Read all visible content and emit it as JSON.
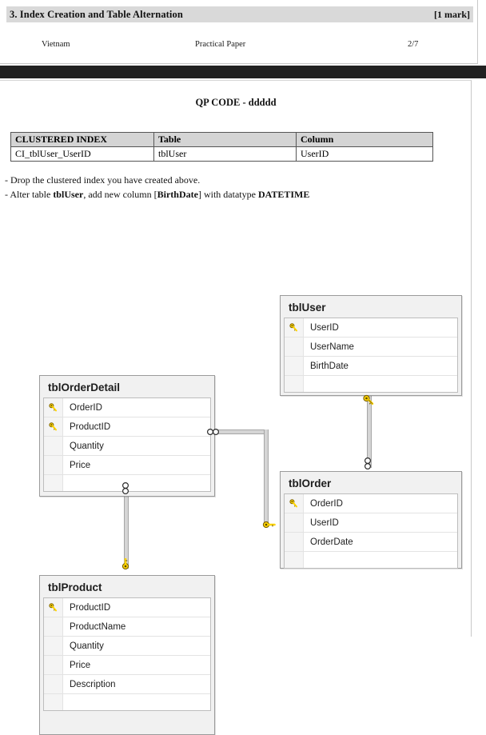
{
  "exam_header": {
    "section_title": "3. Index Creation and Table Alternation",
    "marks": "[1 mark]",
    "footer_left": "Vietnam",
    "footer_middle": "Practical Paper",
    "footer_right": "2/7"
  },
  "answer_page": {
    "qp_code": "QP CODE - ddddd",
    "index_table": {
      "headers": [
        "CLUSTERED INDEX",
        "Table",
        "Column"
      ],
      "rows": [
        [
          "CI_tblUser_UserID",
          "tblUser",
          "UserID"
        ]
      ]
    },
    "instructions": [
      "- Drop the clustered index you have created above.",
      "- Alter table tblUser, add new column [BirthDate] with datatype DATETIME"
    ],
    "instruction_bold_parts": [
      "tblUser",
      "BirthDate",
      "DATETIME"
    ]
  },
  "er_diagram": {
    "entities": [
      {
        "name": "tblUser",
        "fields": [
          {
            "name": "UserID",
            "key": true
          },
          {
            "name": "UserName",
            "key": false
          },
          {
            "name": "BirthDate",
            "key": false
          }
        ]
      },
      {
        "name": "tblOrderDetail",
        "fields": [
          {
            "name": "OrderID",
            "key": true
          },
          {
            "name": "ProductID",
            "key": true
          },
          {
            "name": "Quantity",
            "key": false
          },
          {
            "name": "Price",
            "key": false
          }
        ]
      },
      {
        "name": "tblOrder",
        "fields": [
          {
            "name": "OrderID",
            "key": true
          },
          {
            "name": "UserID",
            "key": false
          },
          {
            "name": "OrderDate",
            "key": false
          }
        ]
      },
      {
        "name": "tblProduct",
        "fields": [
          {
            "name": "ProductID",
            "key": true
          },
          {
            "name": "ProductName",
            "key": false
          },
          {
            "name": "Quantity",
            "key": false
          },
          {
            "name": "Price",
            "key": false
          },
          {
            "name": "Description",
            "key": false
          }
        ]
      }
    ],
    "relationships": [
      {
        "from": "tblUser",
        "to": "tblOrder",
        "from_end": "key",
        "to_end": "infinity"
      },
      {
        "from": "tblOrderDetail",
        "to": "tblOrder",
        "from_end": "infinity",
        "to_end": "key"
      },
      {
        "from": "tblOrderDetail",
        "to": "tblProduct",
        "from_end": "infinity",
        "to_end": "key"
      }
    ],
    "icons": {
      "primary_key": "key-icon",
      "many_side": "infinity-icon"
    }
  },
  "colors": {
    "heading_bar": "#d9d9d9",
    "table_header": "#d4d4d4",
    "entity_frame": "#f1f1f1",
    "key_yellow": "#ffd500",
    "page_gap": "#212121"
  }
}
